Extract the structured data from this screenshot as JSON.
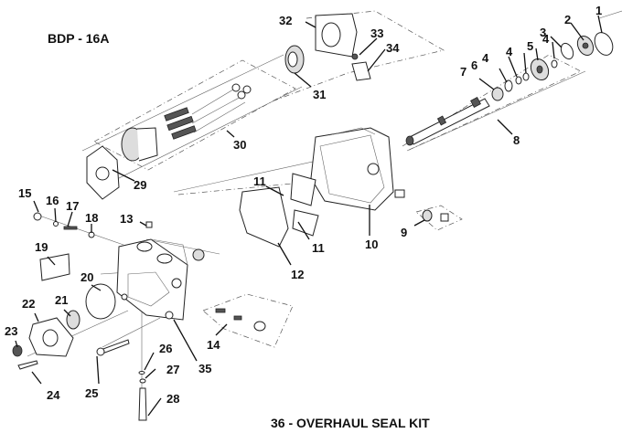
{
  "diagram": {
    "title": "BDP - 16A",
    "caption": "36 - OVERHAUL SEAL KIT",
    "callouts": [
      {
        "id": "1",
        "text": "1"
      },
      {
        "id": "2",
        "text": "2"
      },
      {
        "id": "3",
        "text": "3"
      },
      {
        "id": "4a",
        "text": "4"
      },
      {
        "id": "4b",
        "text": "4"
      },
      {
        "id": "4c",
        "text": "4"
      },
      {
        "id": "5",
        "text": "5"
      },
      {
        "id": "6",
        "text": "6"
      },
      {
        "id": "7",
        "text": "7"
      },
      {
        "id": "8",
        "text": "8"
      },
      {
        "id": "9",
        "text": "9"
      },
      {
        "id": "10",
        "text": "10"
      },
      {
        "id": "11a",
        "text": "11"
      },
      {
        "id": "11b",
        "text": "11"
      },
      {
        "id": "12",
        "text": "12"
      },
      {
        "id": "13",
        "text": "13"
      },
      {
        "id": "14",
        "text": "14"
      },
      {
        "id": "15",
        "text": "15"
      },
      {
        "id": "16",
        "text": "16"
      },
      {
        "id": "17",
        "text": "17"
      },
      {
        "id": "18",
        "text": "18"
      },
      {
        "id": "19",
        "text": "19"
      },
      {
        "id": "20",
        "text": "20"
      },
      {
        "id": "21",
        "text": "21"
      },
      {
        "id": "22",
        "text": "22"
      },
      {
        "id": "23",
        "text": "23"
      },
      {
        "id": "24",
        "text": "24"
      },
      {
        "id": "25",
        "text": "25"
      },
      {
        "id": "26",
        "text": "26"
      },
      {
        "id": "27",
        "text": "27"
      },
      {
        "id": "28",
        "text": "28"
      },
      {
        "id": "29",
        "text": "29"
      },
      {
        "id": "30",
        "text": "30"
      },
      {
        "id": "31",
        "text": "31"
      },
      {
        "id": "32",
        "text": "32"
      },
      {
        "id": "33",
        "text": "33"
      },
      {
        "id": "34",
        "text": "34"
      },
      {
        "id": "35",
        "text": "35"
      }
    ]
  }
}
